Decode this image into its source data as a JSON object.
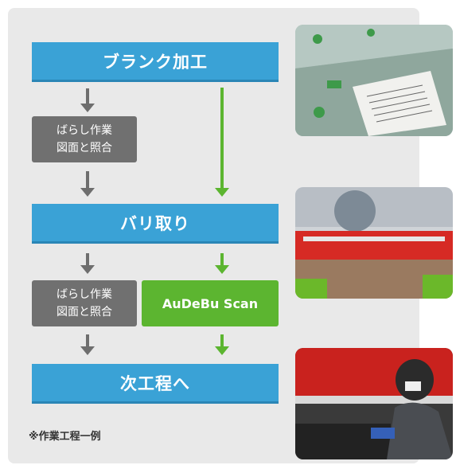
{
  "flow": {
    "step1": "ブランク加工",
    "manual1_line1": "ばらし作業",
    "manual1_line2": "図面と照合",
    "step2": "バリ取り",
    "manual2_line1": "ばらし作業",
    "manual2_line2": "図面と照合",
    "scan": "AuDeBu Scan",
    "step3": "次工程へ"
  },
  "note": "※作業工程一例",
  "colors": {
    "blue": "#3aa2d6",
    "gray": "#707070",
    "green": "#5cb530",
    "panel": "#e9e9e9"
  },
  "photos": [
    {
      "subject": "blank-sheet-with-drawing"
    },
    {
      "subject": "deburring-machine"
    },
    {
      "subject": "worker-at-press"
    }
  ]
}
